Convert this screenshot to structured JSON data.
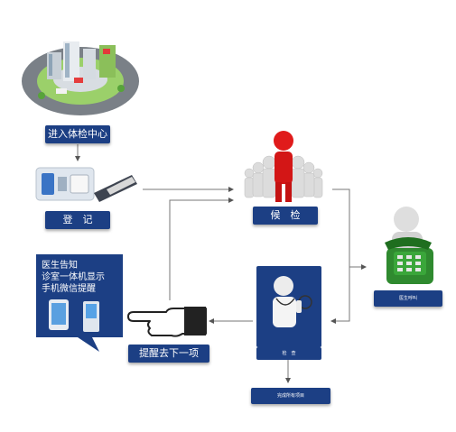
{
  "steps": {
    "enter_center": "进入体检中心",
    "register": "登　记",
    "wait": "候　检",
    "doctor_call": "医生呼叫",
    "exam": "检　查",
    "complete_all": "完成所有项目",
    "remind_next": "提醒去下一项"
  },
  "notice": {
    "line1": "医生告知",
    "line2": "诊室一体机显示",
    "line3": "手机微信提醒"
  }
}
